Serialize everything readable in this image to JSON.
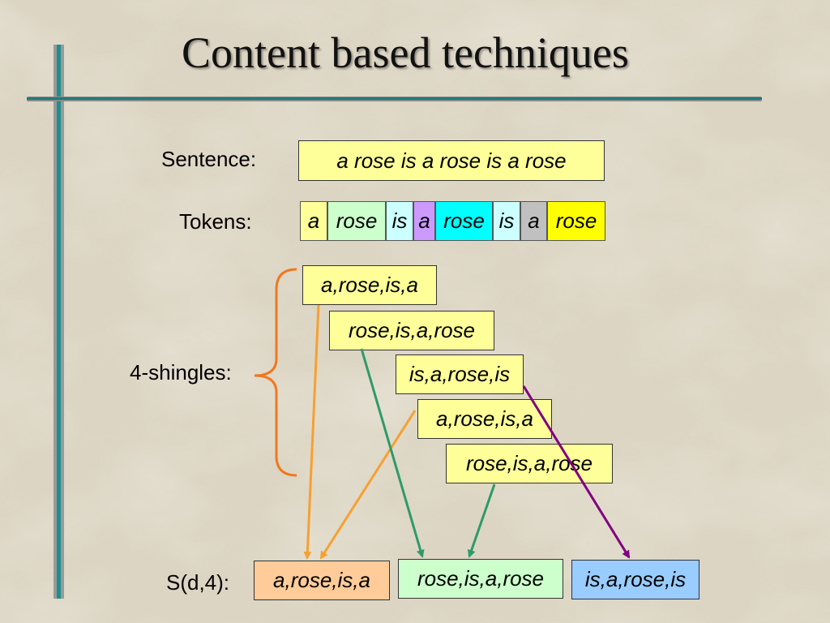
{
  "slide": {
    "title": "Content based techniques"
  },
  "labels": {
    "sentence": "Sentence:",
    "tokens": "Tokens:",
    "shingles": "4-shingles:",
    "set": "S(d,4):"
  },
  "sentence_text": "a rose is a rose is a rose",
  "tokens": [
    {
      "text": "a",
      "color": "#ffff99"
    },
    {
      "text": "rose",
      "color": "#ccffcc"
    },
    {
      "text": "is",
      "color": "#ccffff"
    },
    {
      "text": "a",
      "color": "#cc99ff"
    },
    {
      "text": "rose",
      "color": "#00ffff"
    },
    {
      "text": "is",
      "color": "#ccffff"
    },
    {
      "text": "a",
      "color": "#c0c0c0"
    },
    {
      "text": "rose",
      "color": "#ffff00"
    }
  ],
  "shingles": [
    "a,rose,is,a",
    "rose,is,a,rose",
    "is,a,rose,is",
    "a,rose,is,a",
    "rose,is,a,rose"
  ],
  "set": [
    {
      "text": "a,rose,is,a",
      "color": "#ffcc99"
    },
    {
      "text": "rose,is,a,rose",
      "color": "#ccffcc"
    },
    {
      "text": "is,a,rose,is",
      "color": "#99ccff"
    }
  ],
  "colors": {
    "shingle_box": "#ffff99",
    "sentence_box": "#ffff99",
    "brace": "#f07820",
    "arrow_orange": "#f7a030",
    "arrow_green": "#2e9a6a",
    "arrow_purple": "#800080"
  }
}
